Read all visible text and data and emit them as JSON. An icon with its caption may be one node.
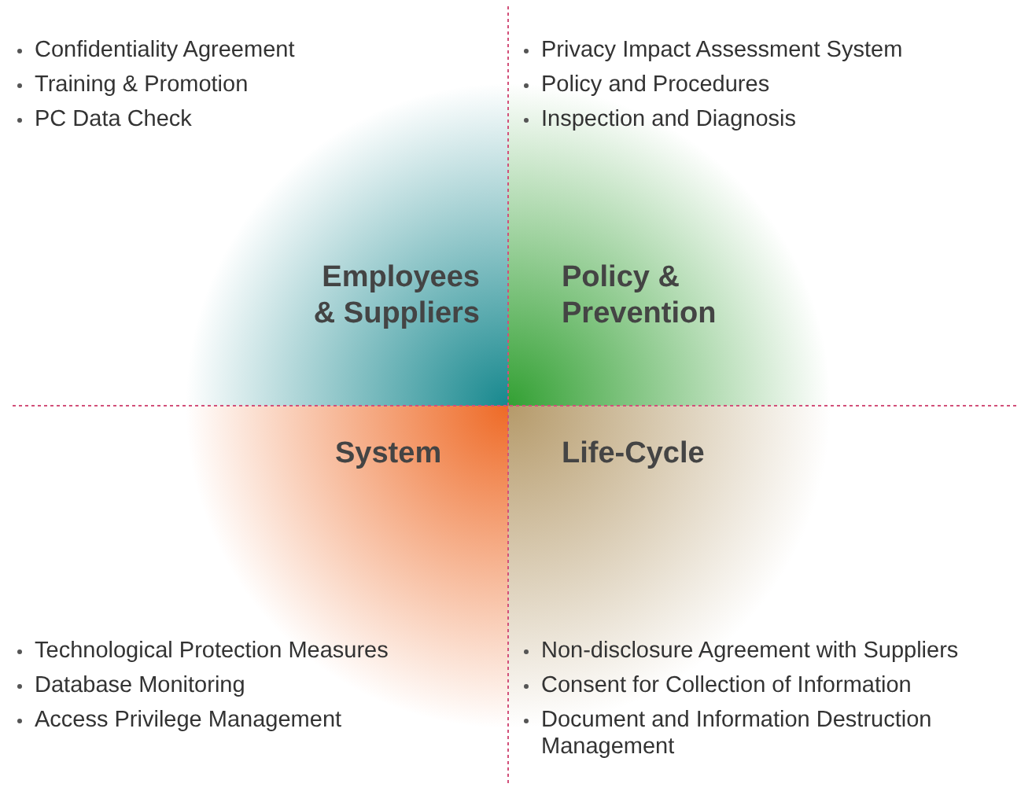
{
  "diagram": {
    "nodes": [
      {
        "text": [
          "Employees & Suppliers"
        ],
        "beside": [
          "Confidentiality Agreement",
          "Training & Promotion",
          "PC Data Check"
        ]
      },
      {
        "text": [
          "Policy & Prevention"
        ],
        "beside": [
          "Privacy Impact Assessment System",
          "Policy and Procedures",
          "Inspection and Diagnosis"
        ]
      },
      {
        "text": [
          "System"
        ],
        "beside": [
          "Technological Protection Measures",
          "Database Monitoring",
          "Access Privilege Management"
        ]
      },
      {
        "text": [
          "Life-Cycle"
        ],
        "beside": [
          "Non-disclosure Agreement with Suppliers",
          "Consent for Collection of Information",
          "Document and Information Destruction Management"
        ]
      }
    ],
    "edges": []
  }
}
